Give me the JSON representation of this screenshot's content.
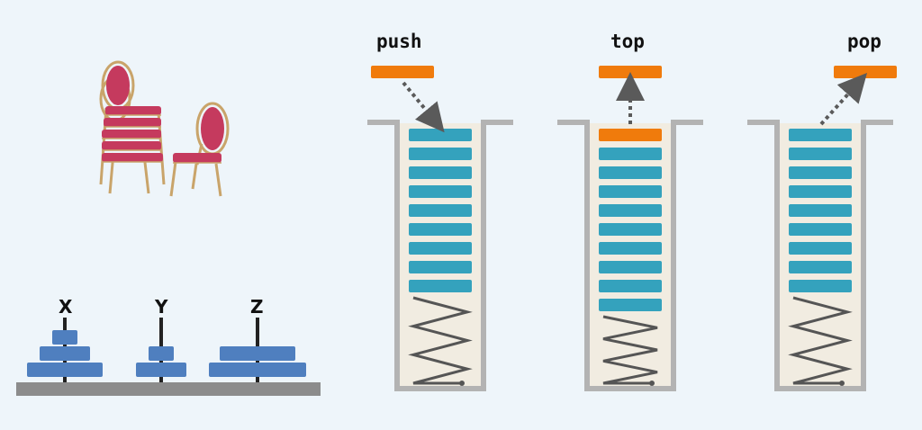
{
  "colors": {
    "background": "#eef5fa",
    "element": "#34a2bd",
    "element_top": "#f07b0c",
    "container_wall": "#b3b3b3",
    "container_fill": "#f1ece1",
    "arrow": "#5a5a5a",
    "spring": "#555555",
    "disk": "#4f7fbf",
    "base": "#8c8c8c",
    "chair_cushion": "#c53a5e",
    "chair_frame": "#c9a46a"
  },
  "operations": [
    {
      "label": "push",
      "arrow": "incoming",
      "stack_count": 9
    },
    {
      "label": "top",
      "arrow": "peek",
      "stack_count": 10
    },
    {
      "label": "pop",
      "arrow": "outgoing",
      "stack_count": 9
    }
  ],
  "hanoi": {
    "pegs": [
      {
        "label": "X",
        "disks": [
          3,
          2,
          1
        ]
      },
      {
        "label": "Y",
        "disks": [
          2,
          1
        ]
      },
      {
        "label": "Z",
        "disks": [
          4,
          3
        ]
      }
    ]
  },
  "illustration": {
    "icon": "stacked-chairs-icon"
  }
}
